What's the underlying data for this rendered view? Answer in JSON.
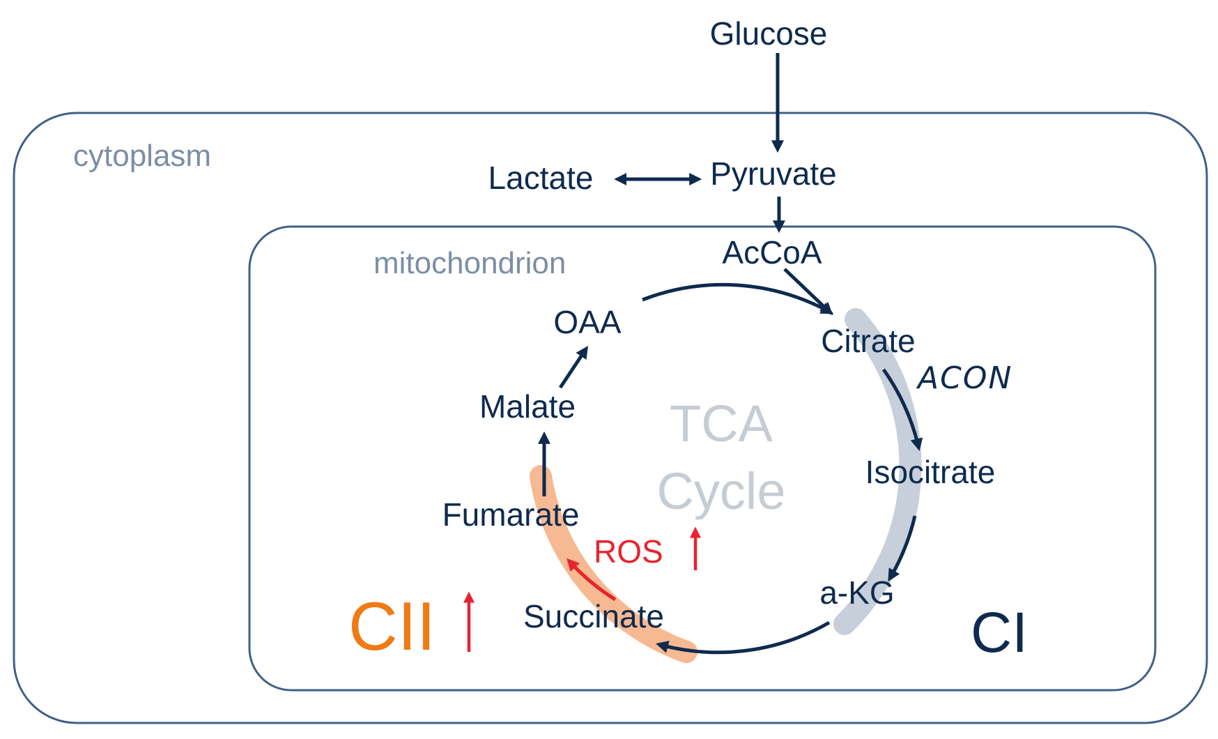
{
  "compartments": {
    "cytoplasm": "cytoplasm",
    "mitochondrion": "mitochondrion"
  },
  "metabolites": {
    "glucose": "Glucose",
    "lactate": "Lactate",
    "pyruvate": "Pyruvate",
    "accoa": "AcCoA",
    "citrate": "Citrate",
    "isocitrate": "Isocitrate",
    "akg": "a-KG",
    "succinate": "Succinate",
    "fumarate": "Fumarate",
    "malate": "Malate",
    "oaa": "OAA"
  },
  "cycle": {
    "line1": "TCA",
    "line2": "Cycle"
  },
  "enzyme": {
    "acon": "ACON"
  },
  "complexes": {
    "cii": "CII",
    "ci": "CI"
  },
  "ros": "ROS",
  "colors": {
    "dark_navy": "#0e2a4e",
    "box_border": "#3f6088",
    "compartment_text": "#7b8ea4",
    "cycle_text": "#c6ccd4",
    "gray_highlight": "#c7d0da",
    "orange_highlight": "#f6b992",
    "cii_orange": "#f07a14",
    "ros_red": "#e8232e"
  },
  "icons": [
    "arrow-down",
    "double-headed-arrow",
    "curved-arrow",
    "up-arrow"
  ]
}
